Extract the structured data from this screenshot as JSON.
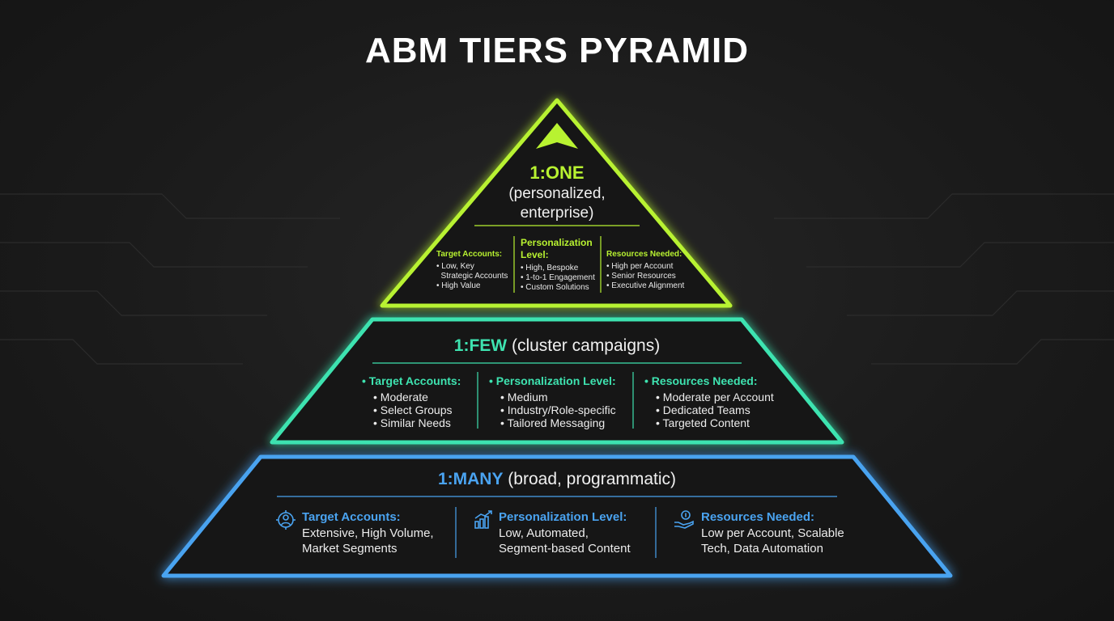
{
  "title": "ABM TIERS PYRAMID",
  "colors": {
    "tier_one": "#b8f231",
    "tier_few": "#3ee3b0",
    "tier_many": "#4aa3f0",
    "background": "#1b1b1b"
  },
  "tiers": {
    "one": {
      "label": "1:ONE",
      "subtitle_line1": "(personalized,",
      "subtitle_line2": "enterprise)",
      "icon": "arrow-up-icon",
      "columns": [
        {
          "heading": "Target Accounts:",
          "items": [
            "• Low, Key",
            "  Strategic Accounts",
            "• High Value"
          ]
        },
        {
          "heading_line1": "Personalization",
          "heading_line2": "Level:",
          "items": [
            "• High, Bespoke",
            "• 1-to-1 Engagement",
            "• Custom Solutions"
          ]
        },
        {
          "heading": "Resources Needed:",
          "items": [
            "• High per Account",
            "• Senior Resources",
            "• Executive Alignment"
          ]
        }
      ]
    },
    "few": {
      "label": "1:FEW",
      "subtitle": " (cluster campaigns)",
      "columns": [
        {
          "heading": "• Target Accounts:",
          "items": [
            "• Moderate",
            "• Select Groups",
            "• Similar Needs"
          ]
        },
        {
          "heading": "• Personalization Level:",
          "items": [
            "• Medium",
            "• Industry/Role-specific",
            "• Tailored Messaging"
          ]
        },
        {
          "heading": "• Resources Needed:",
          "items": [
            "• Moderate per Account",
            "• Dedicated Teams",
            "• Targeted Content"
          ]
        }
      ]
    },
    "many": {
      "label": "1:MANY",
      "subtitle": " (broad, programmatic)",
      "columns": [
        {
          "icon": "target-user-icon",
          "heading": "Target Accounts:",
          "line1": "Extensive, High Volume,",
          "line2": "Market Segments"
        },
        {
          "icon": "chart-growth-icon",
          "heading": "Personalization Level:",
          "line1": "Low, Automated,",
          "line2": "Segment-based Content"
        },
        {
          "icon": "hand-coin-icon",
          "heading": "Resources Needed:",
          "line1": "Low per Account, Scalable",
          "line2": "Tech, Data Automation"
        }
      ]
    }
  }
}
